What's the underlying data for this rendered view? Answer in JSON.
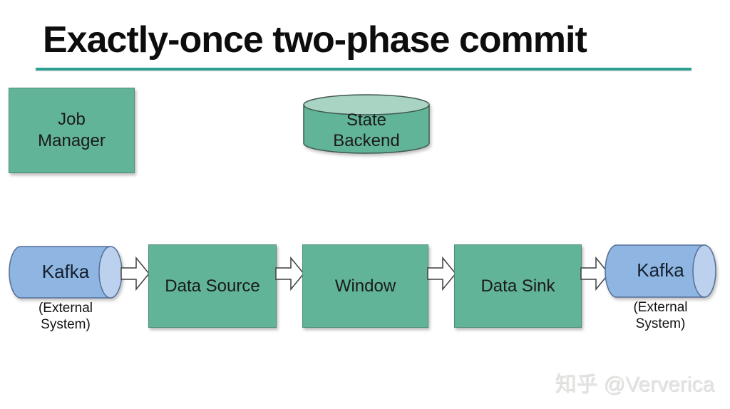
{
  "slide": {
    "title": "Exactly-once two-phase commit",
    "watermark": "知乎 @Ververica"
  },
  "colors": {
    "accent_rule": "#2da091",
    "box_green": "#62b498",
    "box_green_border": "#4e8d79",
    "cylinder_green_top": "#a9d3c2",
    "kafka_blue": "#8fb6e3",
    "kafka_blue_cap": "#bcd1ee",
    "arrow_fill": "#ffffff",
    "arrow_outline": "#3f3f3f"
  },
  "nodes": {
    "job_manager": {
      "line1": "Job",
      "line2": "Manager"
    },
    "state_backend": {
      "line1": "State",
      "line2": "Backend"
    },
    "kafka_left": {
      "label": "Kafka",
      "sub1": "(External",
      "sub2": "System)"
    },
    "data_source": {
      "label": "Data Source"
    },
    "window": {
      "label": "Window"
    },
    "data_sink": {
      "label": "Data Sink"
    },
    "kafka_right": {
      "label": "Kafka",
      "sub1": "(External",
      "sub2": "System)"
    }
  }
}
